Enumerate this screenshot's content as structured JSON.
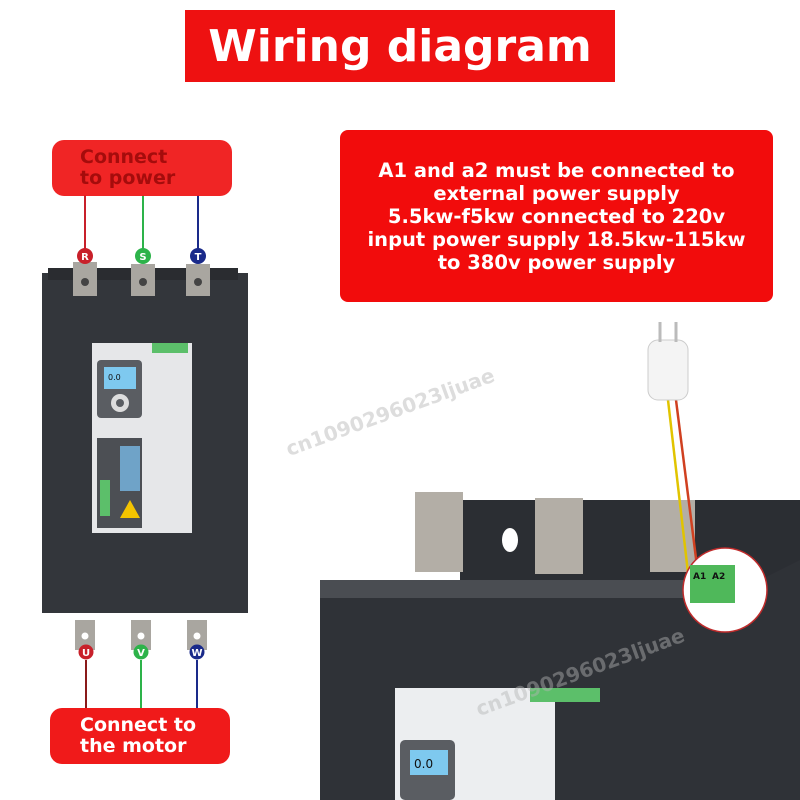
{
  "title": "Wiring diagram",
  "info_lines": [
    "A1 and a2 must be connected to",
    "external power supply",
    "5.5kw-f5kw connected to 220v",
    "input power supply 18.5kw-115kw",
    "to 380v power supply"
  ],
  "power_label": [
    "Connect",
    "to power"
  ],
  "motor_label": [
    "Connect to",
    "the motor"
  ],
  "input_terminals": [
    "R",
    "S",
    "T"
  ],
  "output_terminals": [
    "U",
    "V",
    "W"
  ],
  "control_terminals": [
    "A1",
    "A2"
  ],
  "display_value": "0.0",
  "watermark": "cn1090296023ljuae",
  "colors": {
    "accent": "#f01a1a",
    "r": "#c8202a",
    "s": "#2db34a",
    "t": "#1a2a8a"
  }
}
